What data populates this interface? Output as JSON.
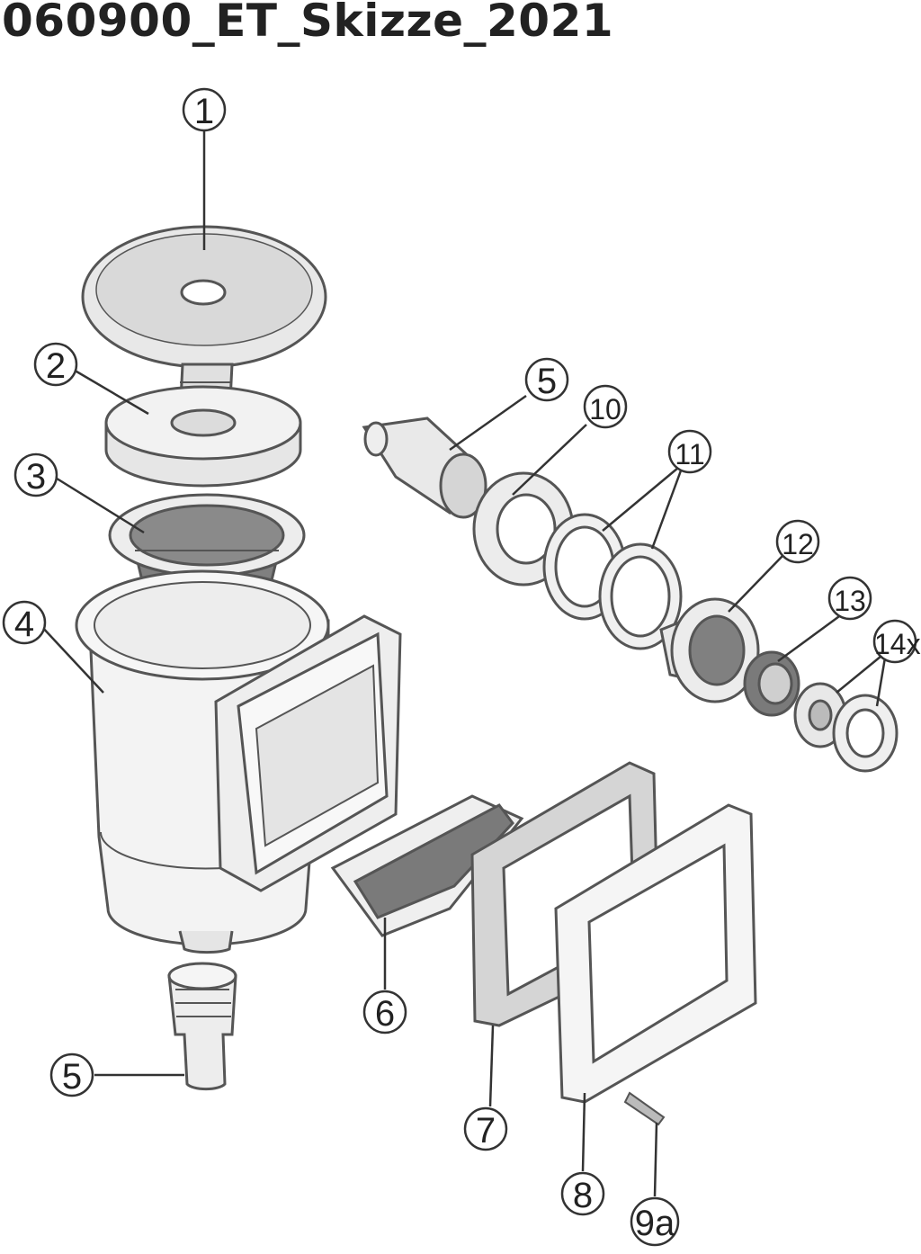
{
  "title": "060900_ET_Skizze_2021",
  "callouts": [
    {
      "label": "1",
      "part": "lid"
    },
    {
      "label": "2",
      "part": "weir-float"
    },
    {
      "label": "3",
      "part": "basket"
    },
    {
      "label": "4",
      "part": "skimmer-body"
    },
    {
      "label": "5",
      "part": "hose-connector-top"
    },
    {
      "label": "10",
      "part": "lock-nut"
    },
    {
      "label": "11",
      "part": "gaskets"
    },
    {
      "label": "12",
      "part": "return-fitting"
    },
    {
      "label": "13",
      "part": "threaded-insert"
    },
    {
      "label": "14x",
      "part": "eyeball-fitting"
    },
    {
      "label": "5",
      "part": "hose-connector-bottom"
    },
    {
      "label": "6",
      "part": "weir-flap"
    },
    {
      "label": "7",
      "part": "gasket-frame"
    },
    {
      "label": "8",
      "part": "face-plate"
    },
    {
      "label": "9a",
      "part": "screw"
    }
  ],
  "colors": {
    "line": "#555555",
    "fill": "#f2f2f2",
    "shade": "#808080",
    "light": "#cfcfcf"
  }
}
